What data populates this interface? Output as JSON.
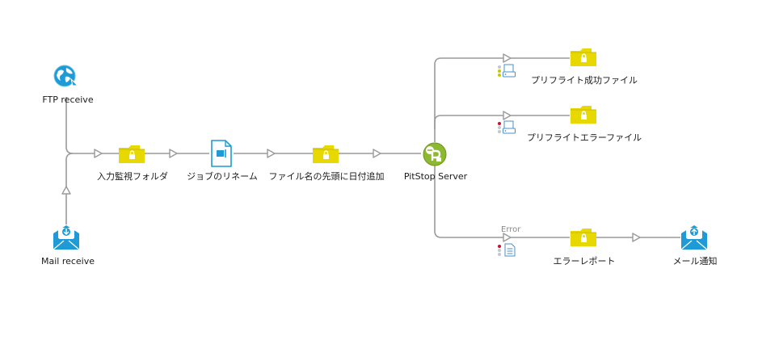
{
  "colors": {
    "folder": "#E6D800",
    "folder_tab": "#C9BE00",
    "lock": "#FFFFFF",
    "connector": "#9A9A9A",
    "icon_blue": "#1E9AD6",
    "pitstop_green": "#8DB92E",
    "dot_yellow": "#C8C800",
    "dot_red": "#C8102E",
    "dot_gray": "#C0C8D0"
  },
  "nodes": {
    "ftp": {
      "label": "FTP receive",
      "icon": "globe-download-icon"
    },
    "mail": {
      "label": "Mail receive",
      "icon": "mail-receive-icon"
    },
    "watch": {
      "label": "入力監視フォルダ",
      "icon": "locked-folder-icon"
    },
    "rename": {
      "label": "ジョブのリネーム",
      "icon": "document-rename-icon"
    },
    "dateprefix": {
      "label": "ファイル名の先頭に日付追加",
      "icon": "locked-folder-icon"
    },
    "pitstop": {
      "label": "PitStop Server",
      "icon": "pitstop-icon"
    },
    "success": {
      "label": "プリフライト成功ファイル",
      "icon": "locked-folder-icon"
    },
    "errorfile": {
      "label": "プリフライトエラーファイル",
      "icon": "locked-folder-icon"
    },
    "report": {
      "label": "エラーレポート",
      "icon": "locked-folder-icon"
    },
    "notify": {
      "label": "メール通知",
      "icon": "mail-send-icon"
    }
  },
  "connection_labels": {
    "error": "Error"
  }
}
